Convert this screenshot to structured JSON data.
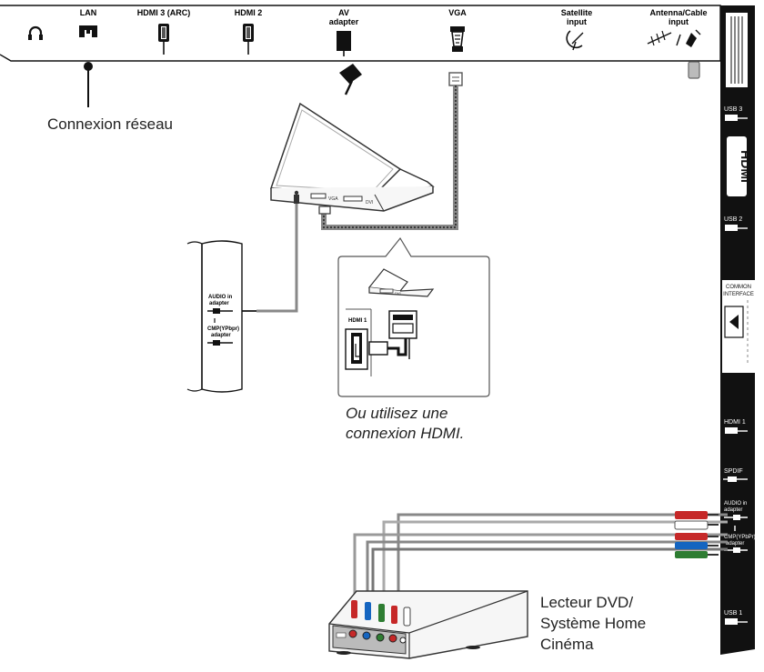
{
  "top_panel": {
    "ports": [
      {
        "label": "LAN"
      },
      {
        "label": "HDMI 3 (ARC)"
      },
      {
        "label": "HDMI 2"
      },
      {
        "label": "AV",
        "label2": "adapter"
      },
      {
        "label": "VGA"
      },
      {
        "label": "Satellite",
        "label2": "input"
      },
      {
        "label": "Antenna/Cable",
        "label2": "input"
      }
    ],
    "headphone_icon": "headphone-icon"
  },
  "side_panel": {
    "usb3": "USB 3",
    "hdmi_logo": "HDMI",
    "usb2": "USB 2",
    "common_interface_1": "COMMON",
    "common_interface_2": "INTERFACE",
    "hdmi1": "HDMI 1",
    "spdif": "SPDIF",
    "audio_in_1": "AUDIO in",
    "audio_in_2": "adapter",
    "cmp_1": "CMP(YPbPr)",
    "cmp_2": "adapter",
    "usb1": "USB 1"
  },
  "left_panel": {
    "audio_in_1": "AUDIO in",
    "audio_in_2": "adapter",
    "cmp_1": "CMP(YPbpr)",
    "cmp_2": "adapter"
  },
  "laptop": {
    "vga": "VGA",
    "dvi": "DVI"
  },
  "inset": {
    "hdmi_label": "HDMI 1",
    "dvi": "DVI"
  },
  "captions": {
    "network": "Connexion réseau",
    "hdmi_alt_1": "Ou utilisez une",
    "hdmi_alt_2": "connexion HDMI.",
    "dvd_1": "Lecteur DVD/",
    "dvd_2": "Système Home",
    "dvd_3": "Cinéma"
  }
}
